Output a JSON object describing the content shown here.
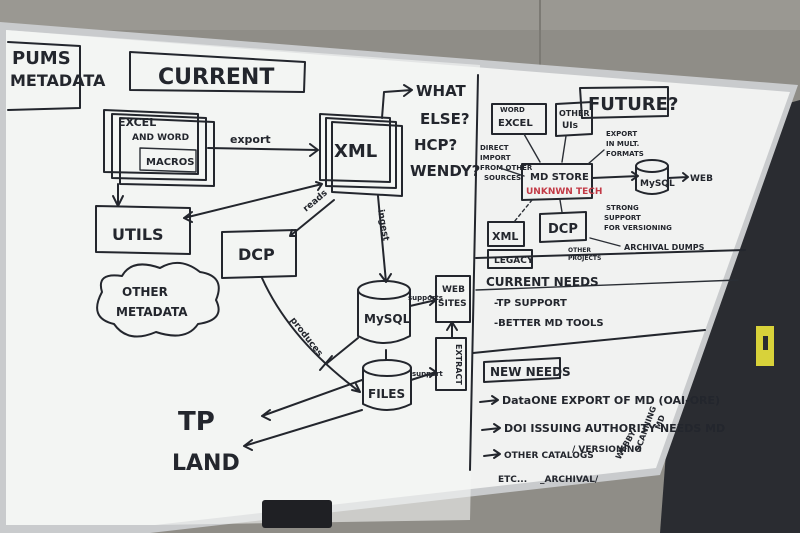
{
  "board": {
    "corner_title_line1": "PUMS",
    "corner_title_line2": "METADATA",
    "current_heading": "CURRENT",
    "future_heading": "FUTURE?"
  },
  "current": {
    "excel_word_line1": "EXCEL",
    "excel_word_line2": "AND WORD",
    "macros": "MACROS",
    "export_label": "export",
    "xml": "XML",
    "questions": [
      "WHAT",
      "ELSE?",
      "HCP?",
      "WENDY?"
    ],
    "reads_label": "reads",
    "ingest_label": "ingest",
    "utils": "UTILS",
    "dcp": "DCP",
    "other_metadata_line1": "OTHER",
    "other_metadata_line2": "METADATA",
    "mysql": "MySQL",
    "supports_label": "supports",
    "web_sites_line1": "WEB",
    "web_sites_line2": "SITES",
    "produces_label": "produces",
    "files": "FILES",
    "extract_label": "EXTRACT",
    "support_label": "support",
    "tp_land_line1": "TP",
    "tp_land_line2": "LAND"
  },
  "future": {
    "word_excel_line1": "WORD",
    "word_excel_line2": "EXCEL",
    "other_uis_line1": "OTHER",
    "other_uis_line2": "UIs",
    "direct_import_lines": [
      "DIRECT",
      "IMPORT",
      "FROM OTHER",
      "SOURCES"
    ],
    "export_formats_lines": [
      "EXPORT",
      "IN MULT.",
      "FORMATS"
    ],
    "md_store": "MD STORE",
    "unknown_tech": "UNKNWN TECH",
    "mysql": "MySQL",
    "web": "WEB",
    "strong_support_lines": [
      "STRONG",
      "SUPPORT",
      "FOR VERSIONING"
    ],
    "xml": "XML",
    "legacy": "LEGACY",
    "dcp": "DCP",
    "other_proj_lines": [
      "OTHER",
      "PROJECTS"
    ],
    "archival_dumps": "ARCHIVAL DUMPS"
  },
  "current_needs": {
    "heading": "CURRENT NEEDS",
    "items": [
      "-TP SUPPORT",
      "-BETTER MD TOOLS"
    ]
  },
  "new_needs": {
    "heading": "NEW NEEDS",
    "items": [
      "DataONE EXPORT OF MD (OAI-ORE)",
      "DOI ISSUING AUTHORITY NEEDS MD",
      "OTHER CATALOGS",
      "/ VERSIONING",
      "ETC...",
      "_ARCHIVAL/",
      "WEBBY",
      "SCANNING",
      "MD"
    ]
  }
}
